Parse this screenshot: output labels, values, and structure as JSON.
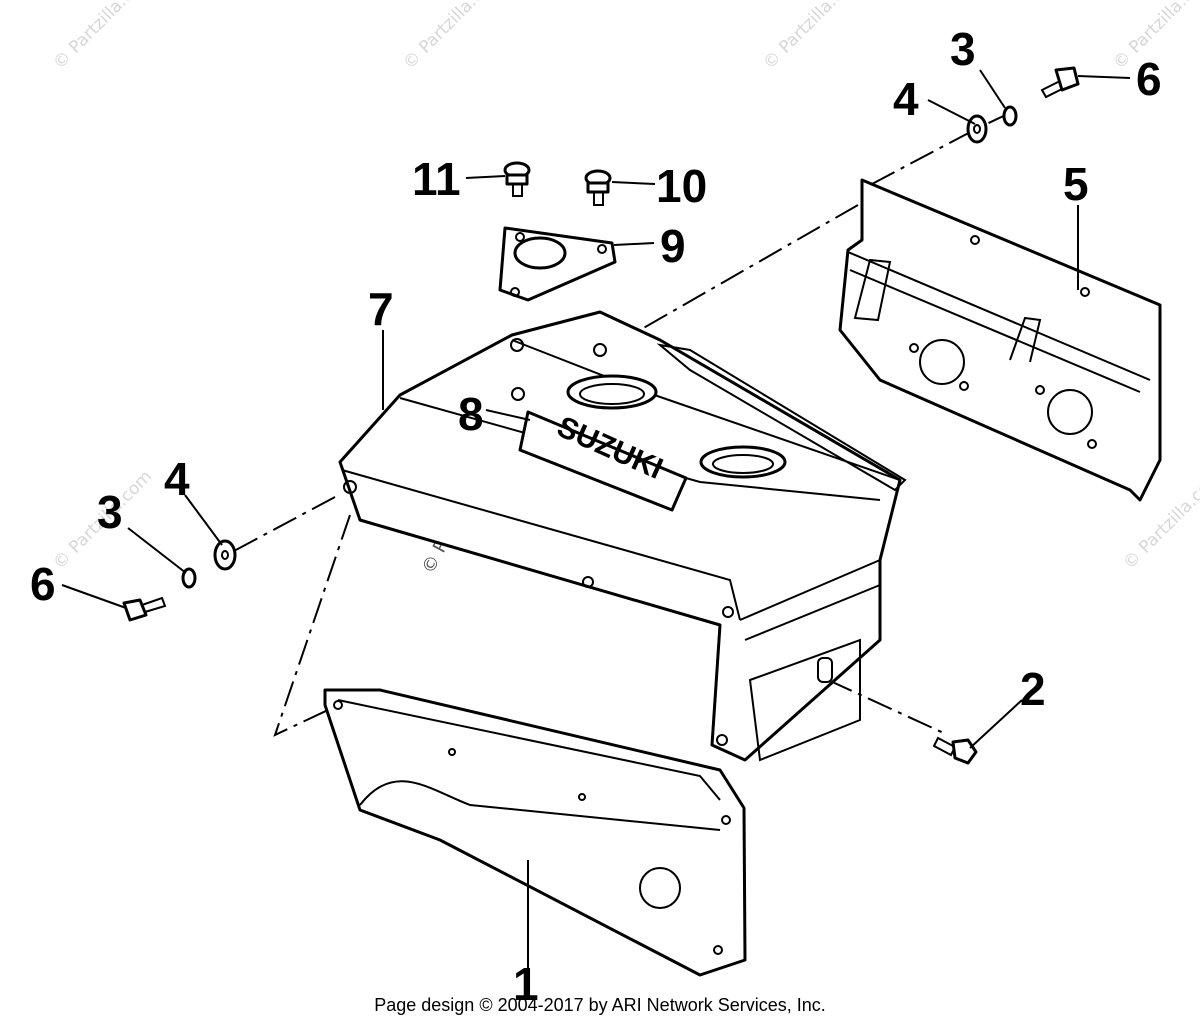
{
  "callouts": {
    "c1": "1",
    "c2": "2",
    "c3a": "3",
    "c3b": "3",
    "c4a": "4",
    "c4b": "4",
    "c5": "5",
    "c6a": "6",
    "c6b": "6",
    "c7": "7",
    "c8": "8",
    "c9": "9",
    "c10": "10",
    "c11": "11"
  },
  "decal_text": "SUZUKI",
  "watermark": "© Partzilla.com",
  "footer": "Page design © 2004-2017 by ARI Network Services, Inc."
}
